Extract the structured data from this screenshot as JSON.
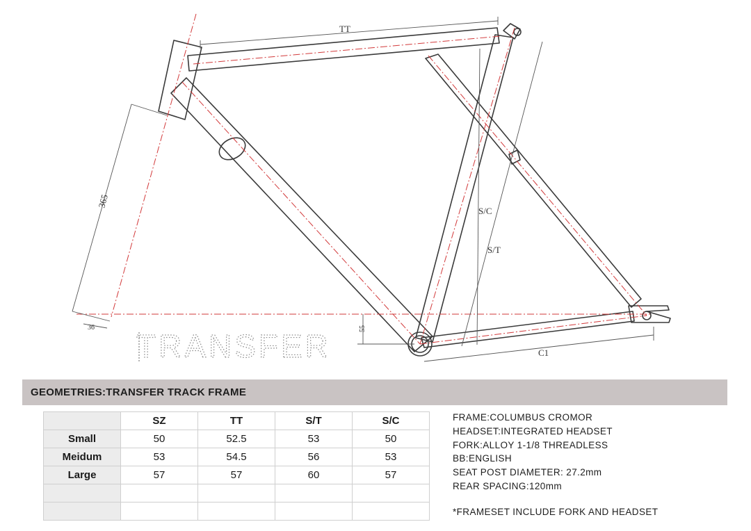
{
  "drawing": {
    "brand": "TRANSFER",
    "labels": {
      "tt": "TT",
      "fork_length": "365",
      "fork_offset": "36",
      "bb_drop": "55",
      "seat_center": "S/C",
      "seat_top": "S/T",
      "chainstay": "C1"
    }
  },
  "header": {
    "title": "GEOMETRIES:TRANSFER TRACK FRAME"
  },
  "table": {
    "columns": [
      "SZ",
      "TT",
      "S/T",
      "S/C"
    ],
    "rows": [
      {
        "label": "Small",
        "values": [
          "50",
          "52.5",
          "53",
          "50"
        ]
      },
      {
        "label": "Meidum",
        "values": [
          "53",
          "54.5",
          "56",
          "53"
        ]
      },
      {
        "label": "Large",
        "values": [
          "57",
          "57",
          "60",
          "57"
        ]
      }
    ]
  },
  "specs": [
    "FRAME:COLUMBUS CROMOR",
    "HEADSET:INTEGRATED HEADSET",
    "FORK:ALLOY 1-1/8 THREADLESS",
    "BB:ENGLISH",
    "SEAT POST DIAMETER: 27.2mm",
    "REAR SPACING:120mm"
  ],
  "note": "*FRAMESET INCLUDE FORK AND HEADSET"
}
